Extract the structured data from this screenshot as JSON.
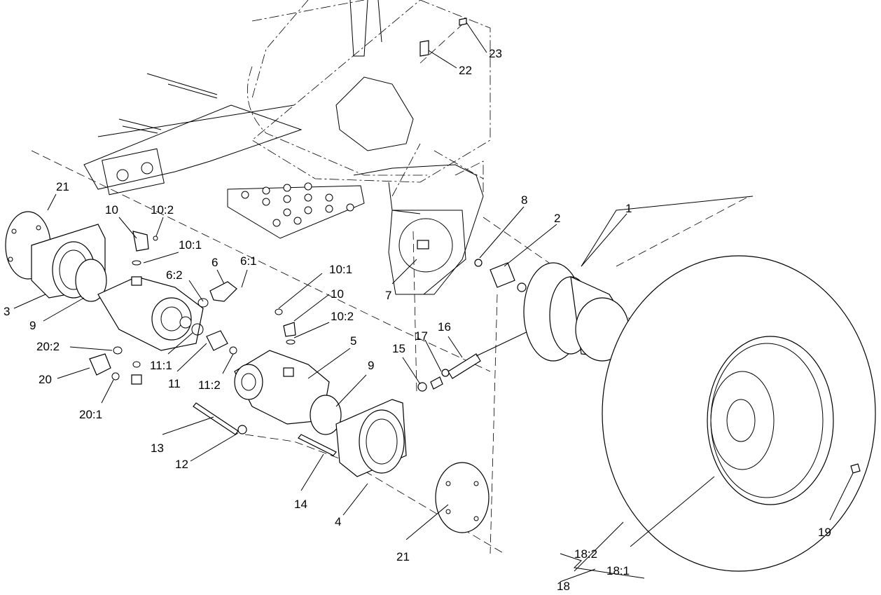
{
  "callouts": {
    "c1": "1",
    "c2": "2",
    "c3": "3",
    "c4": "4",
    "c5": "5",
    "c6": "6",
    "c6_1": "6:1",
    "c6_2": "6:2",
    "c7": "7",
    "c8": "8",
    "c9a": "9",
    "c9b": "9",
    "c10a": "10",
    "c10_2a": "10:2",
    "c10_1a": "10:1",
    "c10_1b": "10:1",
    "c10b": "10",
    "c10_2b": "10:2",
    "c11": "11",
    "c11_1": "11:1",
    "c11_2": "11:2",
    "c12": "12",
    "c13": "13",
    "c14": "14",
    "c15": "15",
    "c16": "16",
    "c17": "17",
    "c18": "18",
    "c18_1": "18:1",
    "c18_2": "18:2",
    "c19": "19",
    "c20": "20",
    "c20_1": "20:1",
    "c20_2": "20:2",
    "c21a": "21",
    "c21b": "21",
    "c22": "22",
    "c23": "23"
  }
}
